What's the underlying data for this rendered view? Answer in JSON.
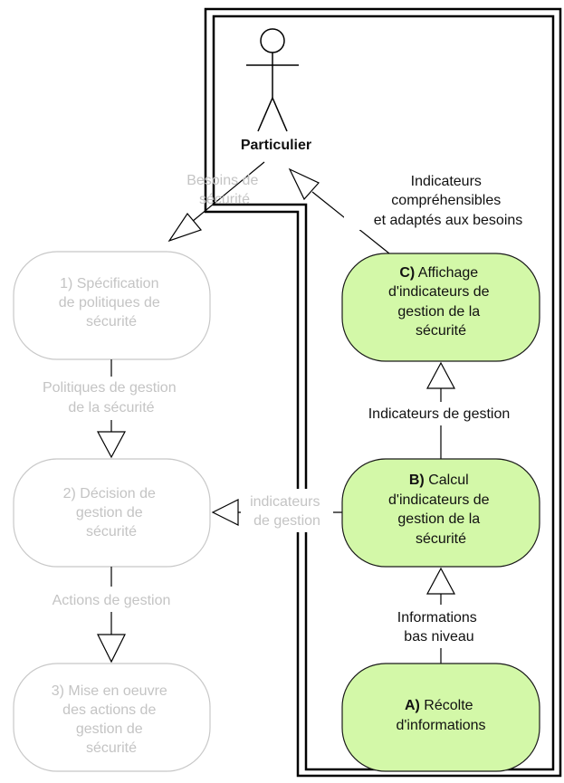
{
  "actor": {
    "label": "Particulier"
  },
  "left_flow": {
    "edges": {
      "needs": [
        "Besoins de",
        "sécurité"
      ],
      "policies": [
        "Politiques de gestion",
        "de la sécurité"
      ],
      "actions": [
        "Actions de gestion"
      ],
      "indicators_in": [
        "indicateurs",
        "de gestion"
      ]
    },
    "nodes": [
      {
        "lines": [
          "1) Spécification",
          "de politiques de",
          "sécurité"
        ]
      },
      {
        "lines": [
          "2) Décision de",
          "gestion de",
          "sécurité"
        ]
      },
      {
        "lines": [
          "3) Mise en oeuvre",
          "des actions de",
          "gestion de",
          "sécurité"
        ]
      }
    ]
  },
  "right_flow": {
    "edges": {
      "understandable": [
        "Indicateurs",
        "compréhensibles",
        "et adaptés aux besoins"
      ],
      "management": [
        "Indicateurs de gestion"
      ],
      "low_level": [
        "Informations",
        "bas niveau"
      ]
    },
    "nodes": [
      {
        "prefix": "C)",
        "lines": [
          " Affichage",
          "d'indicateurs de",
          "gestion de la",
          "sécurité"
        ]
      },
      {
        "prefix": "B)",
        "lines": [
          " Calcul",
          "d'indicateurs de",
          "gestion de la",
          "sécurité"
        ]
      },
      {
        "prefix": "A)",
        "lines": [
          " Récolte",
          "d'informations"
        ]
      }
    ]
  },
  "colors": {
    "node_fill_active": "#d3f8a8",
    "node_stroke_active": "#1a1a1a",
    "node_stroke_faded": "#c8c8c8",
    "faded_text": "#c4c4c4",
    "dark_text": "#111111"
  }
}
